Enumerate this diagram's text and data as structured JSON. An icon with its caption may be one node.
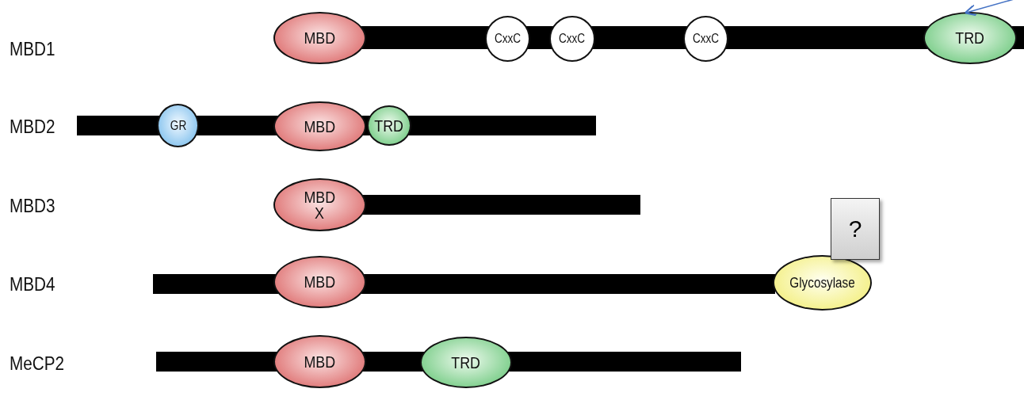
{
  "diagram": {
    "nodes": [
      {
        "text": [],
        "shape": "bar"
      },
      {
        "text": [
          "MBD"
        ]
      },
      {
        "text": [
          "CxxC"
        ]
      },
      {
        "text": [
          "CxxC"
        ]
      },
      {
        "text": [
          "CxxC"
        ]
      },
      {
        "text": [
          "TRD"
        ]
      },
      {
        "text": [],
        "shape": "bar"
      },
      {
        "text": [
          "GR"
        ]
      },
      {
        "text": [
          "MBD"
        ]
      },
      {
        "text": [
          "TRD"
        ]
      },
      {
        "text": [],
        "shape": "bar"
      },
      {
        "text": [
          "MBD",
          "X"
        ]
      },
      {
        "text": [
          "?"
        ]
      },
      {
        "text": [],
        "shape": "bar"
      },
      {
        "text": [
          "MBD"
        ]
      },
      {
        "text": [
          "Glycosylase"
        ]
      },
      {
        "text": [],
        "shape": "bar"
      },
      {
        "text": [
          "MBD"
        ]
      },
      {
        "text": [
          "TRD"
        ]
      }
    ],
    "edges": [
      {
        "from": null,
        "to": 5,
        "arrow": "to",
        "color": "#4472c4"
      }
    ],
    "labels": [
      "MBD1",
      "MBD2",
      "MBD3",
      "MBD4",
      "MeCP2"
    ]
  }
}
